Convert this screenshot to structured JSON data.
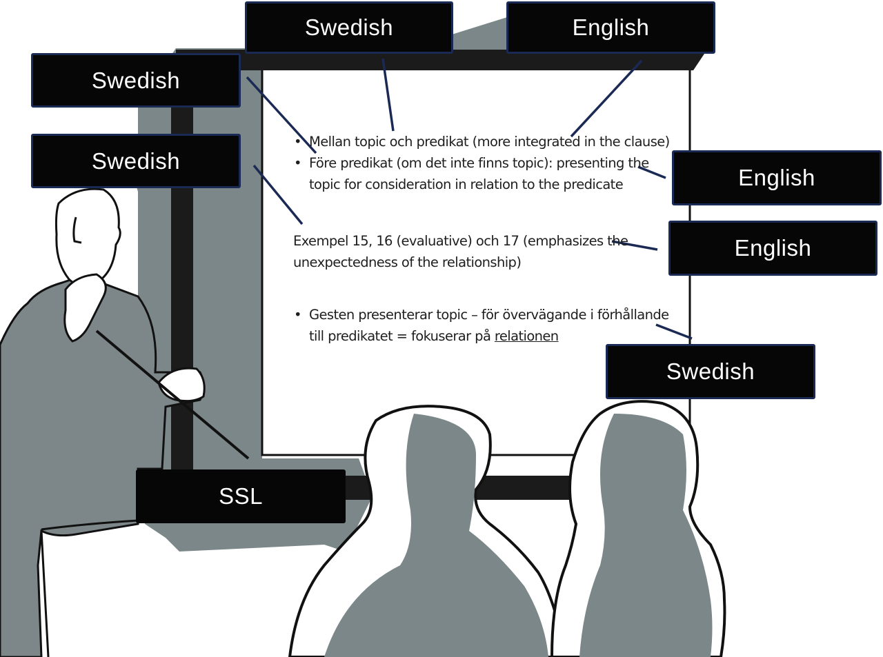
{
  "figure": {
    "type": "illustration",
    "description": "Presenter signing in front of a slide, with audience silhouettes; callout labels mark the language of each element"
  },
  "colors": {
    "label_bg": "#060606",
    "label_border": "#1b2a55",
    "label_text": "#ffffff",
    "connector": "#1b2a55",
    "shadow_gray": "#7b8788",
    "outline": "#111111"
  },
  "labels": [
    {
      "id": "top-left-swedish",
      "text": "Swedish"
    },
    {
      "id": "top-center-swedish",
      "text": "Swedish"
    },
    {
      "id": "top-right-english",
      "text": "English"
    },
    {
      "id": "left-swedish-2",
      "text": "Swedish"
    },
    {
      "id": "right-english-1",
      "text": "English"
    },
    {
      "id": "right-english-2",
      "text": "English"
    },
    {
      "id": "bottom-right-swedish",
      "text": "Swedish"
    },
    {
      "id": "presenter-ssl",
      "text": "SSL"
    }
  ],
  "slide": {
    "bullets_1": [
      {
        "text": "Mellan topic och predikat (more integrated in the clause)"
      },
      {
        "line1": "Före predikat (om det inte finns topic): presenting the",
        "line2": "topic for consideration in relation to the predicate"
      }
    ],
    "example": {
      "line1": "Exempel 15, 16 (evaluative) och 17 (emphasizes the",
      "line2": "unexpectedness of the relationship)"
    },
    "bullets_2": [
      {
        "line1": "Gesten presenterar topic – för övervägande i förhållande",
        "line2_pre": "till predikatet = fokuserar på ",
        "line2_underlined": "relationen"
      }
    ]
  }
}
